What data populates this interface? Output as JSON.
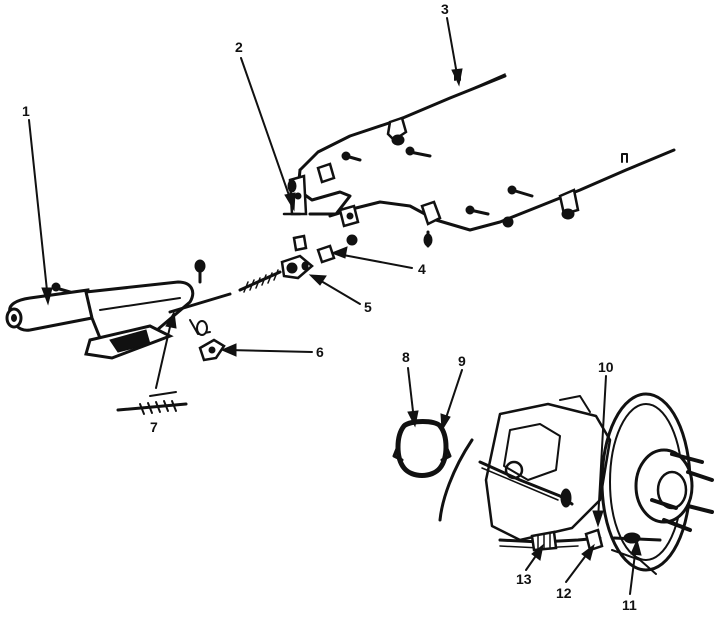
{
  "colors": {
    "ink": "#111111",
    "background": "#ffffff"
  },
  "callouts": [
    {
      "id": "1",
      "label": "1"
    },
    {
      "id": "2",
      "label": "2"
    },
    {
      "id": "3",
      "label": "3"
    },
    {
      "id": "4",
      "label": "4"
    },
    {
      "id": "5",
      "label": "5"
    },
    {
      "id": "6",
      "label": "6"
    },
    {
      "id": "7",
      "label": "7"
    },
    {
      "id": "8",
      "label": "8"
    },
    {
      "id": "9",
      "label": "9"
    },
    {
      "id": "10",
      "label": "10"
    },
    {
      "id": "11",
      "label": "11"
    },
    {
      "id": "12",
      "label": "12"
    },
    {
      "id": "13",
      "label": "13"
    }
  ]
}
